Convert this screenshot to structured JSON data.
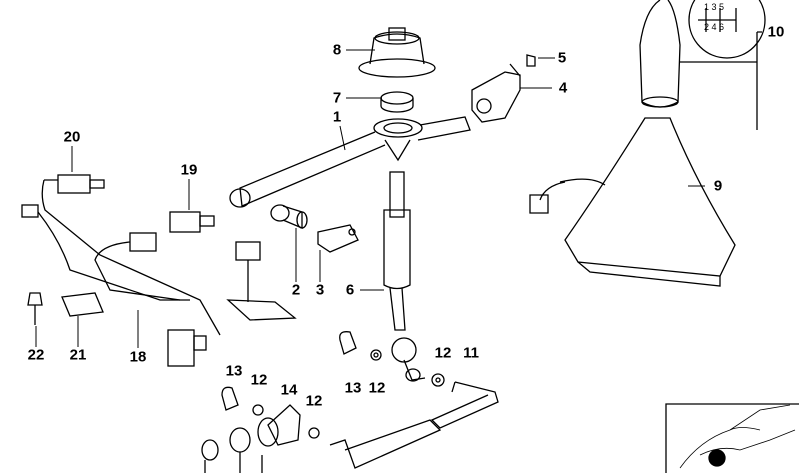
{
  "diagram": {
    "labels": {
      "p1": "1",
      "p2": "2",
      "p3": "3",
      "p4": "4",
      "p5": "5",
      "p6": "6",
      "p7": "7",
      "p8": "8",
      "p9": "9",
      "p10": "10",
      "p11": "11",
      "p12a": "12",
      "p12b": "12",
      "p12c": "12",
      "p12d": "12",
      "p13a": "13",
      "p13b": "13",
      "p14": "14",
      "p18": "18",
      "p19": "19",
      "p20": "20",
      "p21": "21",
      "p22": "22"
    },
    "shift_pattern": {
      "top": "1 3 5",
      "bottom": "2 4 6"
    },
    "colors": {
      "line": "#000000",
      "locator_dot": "#000000"
    }
  }
}
